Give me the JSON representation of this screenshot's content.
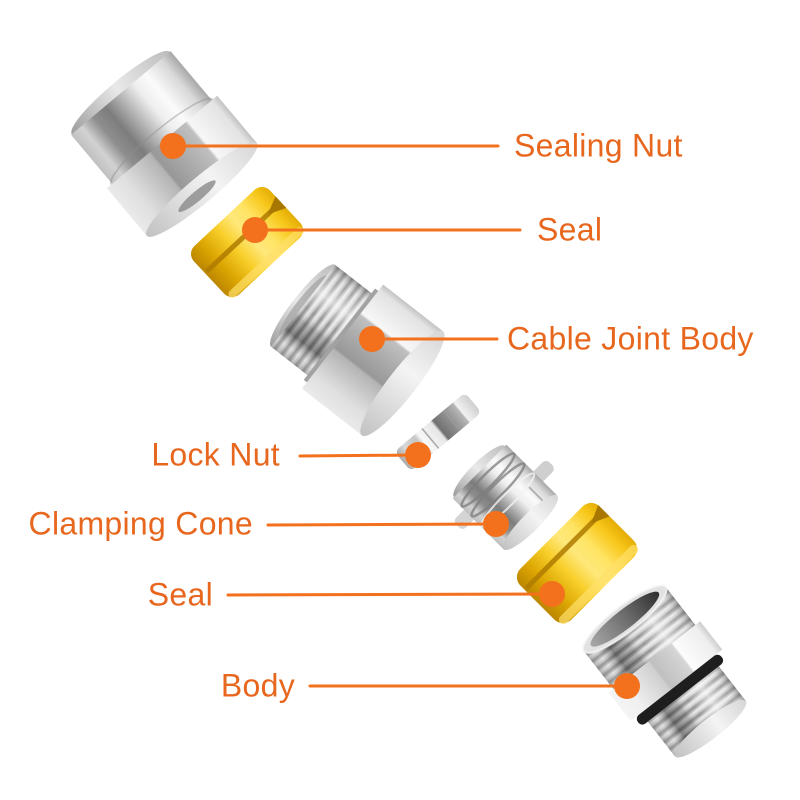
{
  "colors": {
    "label_orange": "#E8671E",
    "leader_orange": "#F3701C",
    "seal_yellow": "#FBC91D",
    "background": "#FFFFFF"
  },
  "callouts": {
    "sealing_nut": {
      "label": "Sealing Nut"
    },
    "seal_top": {
      "label": "Seal"
    },
    "cable_joint_body": {
      "label": "Cable Joint Body"
    },
    "lock_nut": {
      "label": "Lock Nut"
    },
    "clamping_cone": {
      "label": "Clamping Cone"
    },
    "seal_bottom": {
      "label": "Seal"
    },
    "body": {
      "label": "Body"
    }
  }
}
